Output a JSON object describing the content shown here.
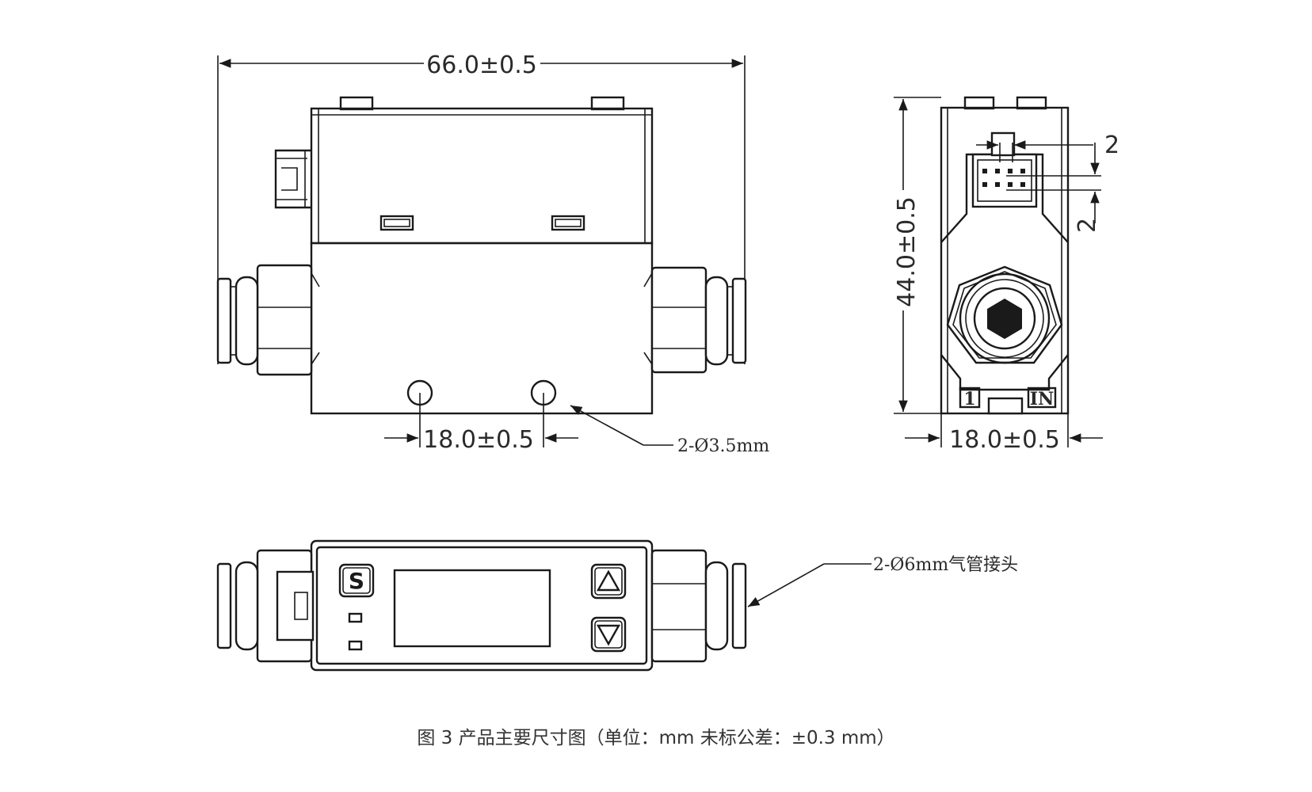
{
  "dimensions": {
    "width": "66.0±0.5",
    "height": "44.0±0.5",
    "hole_spacing": "18.0±0.5",
    "side_width": "18.0±0.5",
    "pin_pitch_h": "2",
    "pin_pitch_v": "2"
  },
  "notes": {
    "holes": "2-Ø3.5mm",
    "fitting": "2-Ø6mm气管接头"
  },
  "labels": {
    "port1": "1",
    "port_in": "IN",
    "set_key": "S"
  },
  "caption": "图 3 产品主要尺寸图（单位：mm 未标公差：±0.3 mm）"
}
